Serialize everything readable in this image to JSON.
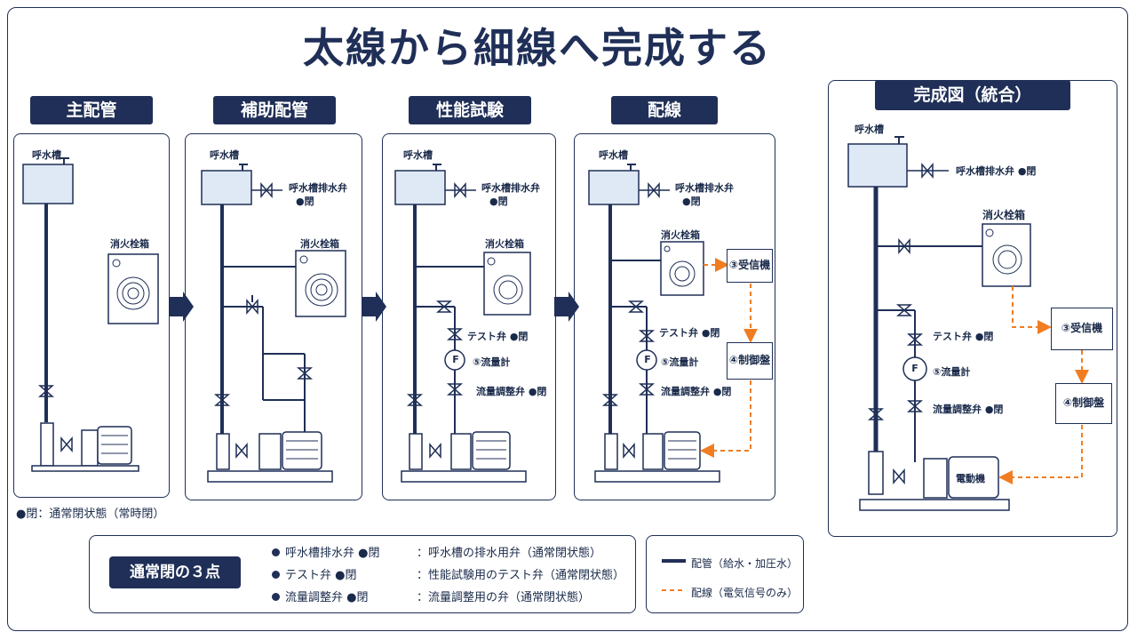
{
  "title": "太線から細線へ完成する",
  "stages": [
    "主配管",
    "補助配管",
    "性能試験",
    "配線"
  ],
  "final_label": "完成図（統合）",
  "labels": {
    "tank": "呼水槽",
    "drain_valve": "呼水槽排水弁",
    "closed": "●閉",
    "drain_valve_closed": "呼水槽排水弁 ●閉",
    "hydrant": "消火栓箱",
    "test_valve": "テスト弁 ●閉",
    "flowmeter": "⑤流量計",
    "flow_adj": "流量調整弁 ●閉",
    "receiver": "③受信機",
    "control": "④制御盤",
    "motor": "電動機",
    "flow_symbol": "F"
  },
  "note": "●閉：通常閉状態（常時閉）",
  "summary": {
    "tag": "通常閉の３点",
    "rows": [
      {
        "name": "呼水槽排水弁 ●閉",
        "desc": "：呼水槽の排水用弁（通常閉状態）"
      },
      {
        "name": "テスト弁 ●閉",
        "desc": "：性能試験用のテスト弁（通常閉状態）"
      },
      {
        "name": "流量調整弁 ●閉",
        "desc": "：流量調整用の弁（通常閉状態）"
      }
    ]
  },
  "legend": {
    "pipe": "配管（給水・加圧水）",
    "wire": "配線（電気信号のみ）"
  },
  "colors": {
    "navy": "#1f2f57",
    "orange": "#f07d22"
  }
}
